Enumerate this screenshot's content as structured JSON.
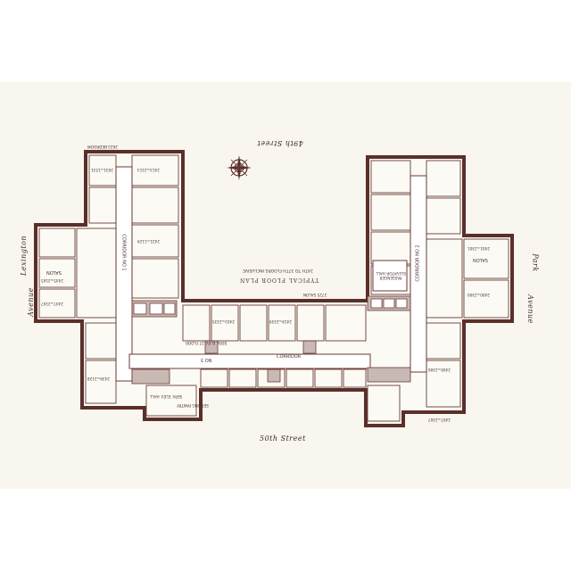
{
  "plan": {
    "title": "TYPICAL FLOOR PLAN",
    "subtitle": "24TH TO 37TH FLOORS INCLUSIVE",
    "streets": {
      "north": "49th Street",
      "south": "50th Street",
      "west_1": "Lexington",
      "west_2": "Avenue",
      "east_1": "Park",
      "east_2": "Avenue"
    },
    "labels": {
      "corridor_west": "CORRIDOR NO 1",
      "corridor_center": "CORRIDOR",
      "corridor_east": "CORRIDOR NO 2",
      "corridor_no3": "NO 3",
      "passenger_hall": "PASSENGER ELEVATOR HALL",
      "serv_elev_hall": "SERV. ELEV. HALL",
      "serving_pantry": "SERVING PANTRY",
      "salon_left": "SALON",
      "salon_right": "SALON",
      "bedroom_tag": "2623 BEDROOM",
      "salon_tag": "2725 SALON",
      "elev_note": "SERV. ELEV. 27 FLOOR",
      "room_nw1": "2631=1531",
      "room_nw2": "2413=2313",
      "room_nw3": "2421=1129",
      "room_w1": "2445=2165",
      "room_w2": "2447=2167",
      "room_sw1": "2439=2128",
      "room_c1": "2403=2335",
      "room_c2": "2419=2339",
      "room_ne1": "2401=2301",
      "room_e1": "2400=2300",
      "room_se1": "2406=2306",
      "room_se2": "2407=2307"
    }
  }
}
